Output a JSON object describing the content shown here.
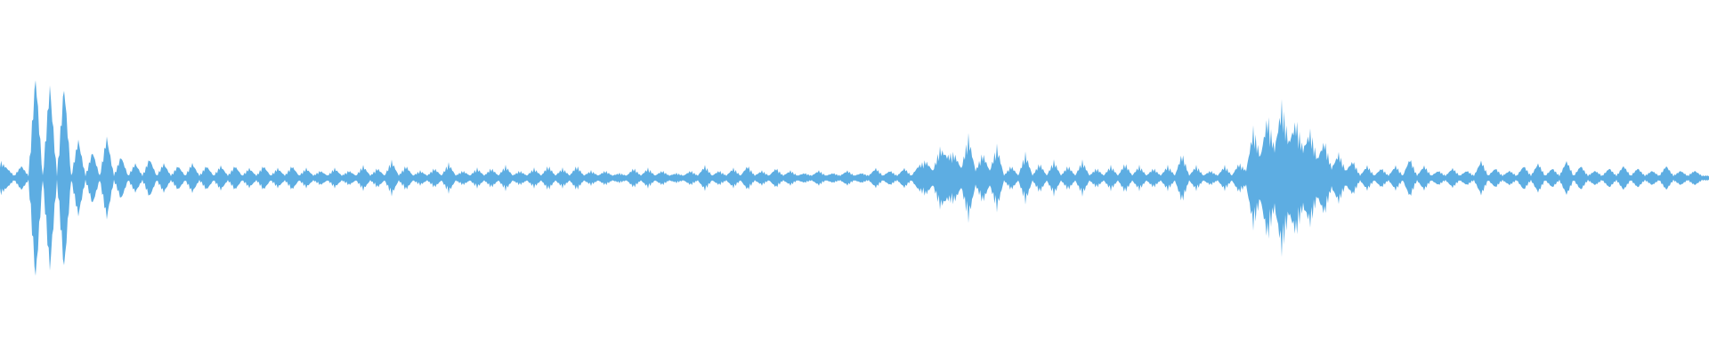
{
  "waveform": {
    "color": "#5dade2",
    "background": "#ffffff",
    "amplitudes": [
      0.14,
      0.08,
      0.02,
      0.1,
      0.02,
      0.86,
      0.02,
      0.78,
      0.02,
      0.78,
      0.02,
      0.32,
      0.02,
      0.22,
      0.02,
      0.34,
      0.02,
      0.18,
      0.02,
      0.12,
      0.02,
      0.16,
      0.02,
      0.12,
      0.02,
      0.1,
      0.02,
      0.12,
      0.02,
      0.1,
      0.02,
      0.1,
      0.02,
      0.1,
      0.02,
      0.08,
      0.02,
      0.1,
      0.02,
      0.08,
      0.02,
      0.1,
      0.02,
      0.08,
      0.02,
      0.06,
      0.02,
      0.08,
      0.02,
      0.06,
      0.02,
      0.1,
      0.02,
      0.08,
      0.02,
      0.14,
      0.02,
      0.1,
      0.02,
      0.06,
      0.02,
      0.08,
      0.02,
      0.12,
      0.02,
      0.06,
      0.02,
      0.08,
      0.02,
      0.08,
      0.02,
      0.1,
      0.02,
      0.06,
      0.02,
      0.08,
      0.02,
      0.1,
      0.02,
      0.08,
      0.02,
      0.1,
      0.02,
      0.06,
      0.02,
      0.06,
      0.02,
      0.04,
      0.02,
      0.08,
      0.02,
      0.08,
      0.02,
      0.06,
      0.02,
      0.04,
      0.02,
      0.06,
      0.02,
      0.1,
      0.02,
      0.06,
      0.02,
      0.08,
      0.02,
      0.1,
      0.02,
      0.06,
      0.02,
      0.08,
      0.02,
      0.06,
      0.02,
      0.04,
      0.02,
      0.06,
      0.02,
      0.04,
      0.02,
      0.06,
      0.02,
      0.04,
      0.02,
      0.08,
      0.02,
      0.06,
      0.02,
      0.08,
      0.02,
      0.1,
      0.14,
      0.06,
      0.24,
      0.18,
      0.2,
      0.08,
      0.34,
      0.06,
      0.2,
      0.06,
      0.26,
      0.02,
      0.1,
      0.02,
      0.2,
      0.02,
      0.12,
      0.02,
      0.14,
      0.02,
      0.1,
      0.02,
      0.14,
      0.02,
      0.08,
      0.02,
      0.1,
      0.02,
      0.12,
      0.02,
      0.1,
      0.02,
      0.08,
      0.02,
      0.1,
      0.02,
      0.2,
      0.02,
      0.1,
      0.02,
      0.06,
      0.02,
      0.1,
      0.02,
      0.12,
      0.06,
      0.4,
      0.18,
      0.5,
      0.24,
      0.6,
      0.3,
      0.46,
      0.24,
      0.38,
      0.16,
      0.3,
      0.08,
      0.2,
      0.06,
      0.14,
      0.02,
      0.1,
      0.02,
      0.08,
      0.02,
      0.1,
      0.02,
      0.16,
      0.02,
      0.1,
      0.02,
      0.06,
      0.02,
      0.08,
      0.02,
      0.06,
      0.02,
      0.14,
      0.02,
      0.08,
      0.02,
      0.06,
      0.02,
      0.1,
      0.02,
      0.12,
      0.02,
      0.08,
      0.02,
      0.14,
      0.02,
      0.1,
      0.02,
      0.06,
      0.02,
      0.08,
      0.02,
      0.1,
      0.02,
      0.08,
      0.02,
      0.06,
      0.02,
      0.1,
      0.02,
      0.06,
      0.02,
      0.06,
      0.02
    ]
  }
}
